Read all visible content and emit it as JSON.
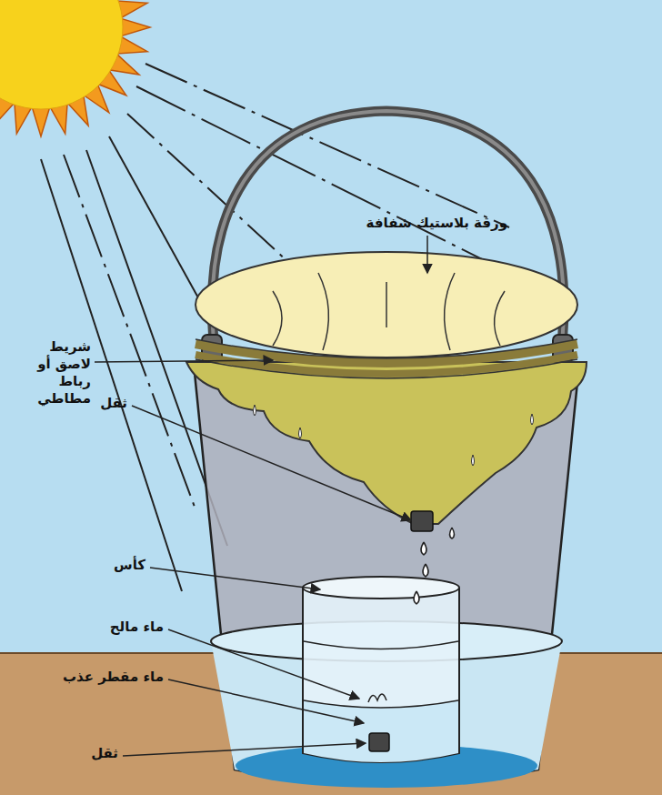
{
  "diagram": {
    "nodes": [
      {
        "text": [
          "طاقة شمسية"
        ]
      }
    ],
    "labels": [
      "ورقة بلاستيك شفافة",
      "شريط لاصق أو رباط مطاطي",
      "ثقل",
      "كأس",
      "ماء مالح",
      "ماء مقطر عذب",
      "ثقل"
    ]
  }
}
